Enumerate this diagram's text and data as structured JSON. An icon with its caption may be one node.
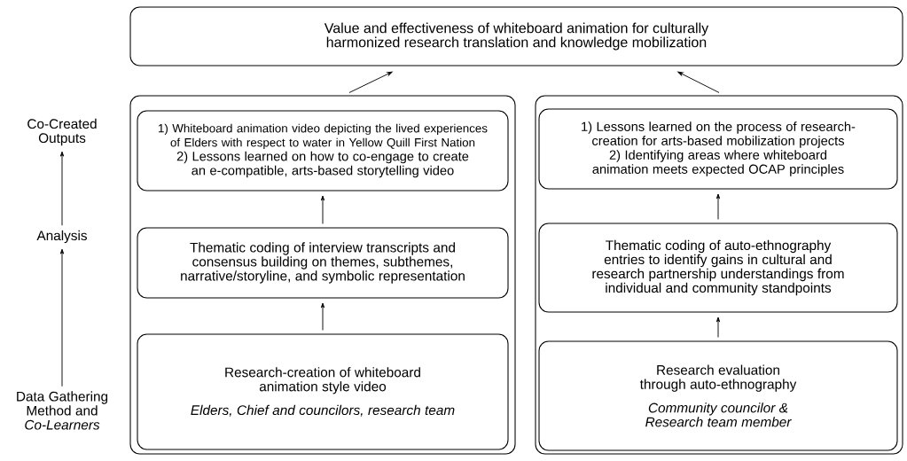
{
  "diagram": {
    "nodes": [
      {
        "text": [
          "Value and effectiveness of whiteboard animation for culturally harmonized research translation and knowledge mobilization"
        ]
      },
      {
        "text": [],
        "shape": "box"
      },
      {
        "text": [
          "1) Whiteboard animation video depicting the lived experiences of Elders with respect to water in Yellow Quill First Nation",
          "2) Lessons learned on how to co-engage to create an e-compatible, arts-based storytelling video"
        ],
        "in": 1
      },
      {
        "text": [
          "Thematic coding of interview transcripts and consensus building on themes, subthemes, narrative/storyline, and symbolic representation"
        ],
        "in": 1
      },
      {
        "text": [
          "Research-creation of whiteboard animation style video",
          "Elders, Chief and councilors, research team"
        ],
        "in": 1
      },
      {
        "text": [],
        "shape": "box"
      },
      {
        "text": [
          "1) Lessons learned on the process of research-creation for arts-based mobilization projects",
          "2) Identifying areas where whiteboard animation meets expected OCAP principles"
        ],
        "in": 5
      },
      {
        "text": [
          "Thematic coding of auto-ethnography entries to identify gains in cultural and research partnership understandings from individual and community standpoints"
        ],
        "in": 5
      },
      {
        "text": [
          "Research evaluation through auto-ethnography",
          "Community councilor & Research team member"
        ],
        "in": 5
      },
      {
        "text": [
          "Co-Created Outputs"
        ]
      },
      {
        "text": [
          "Analysis"
        ]
      },
      {
        "text": [
          "Data Gathering Method and *Co-Learners*"
        ]
      }
    ],
    "edges": [
      {
        "from": 1,
        "to": 0,
        "arrow": "to"
      },
      {
        "from": 5,
        "to": 0,
        "arrow": "to"
      },
      {
        "from": 4,
        "to": 3,
        "arrow": "to"
      },
      {
        "from": 3,
        "to": 2,
        "arrow": "to"
      },
      {
        "from": 8,
        "to": 7,
        "arrow": "to"
      },
      {
        "from": 7,
        "to": 6,
        "arrow": "to"
      },
      {
        "from": 11,
        "to": 10,
        "arrow": "to"
      },
      {
        "from": 10,
        "to": 9,
        "arrow": "to"
      }
    ]
  }
}
